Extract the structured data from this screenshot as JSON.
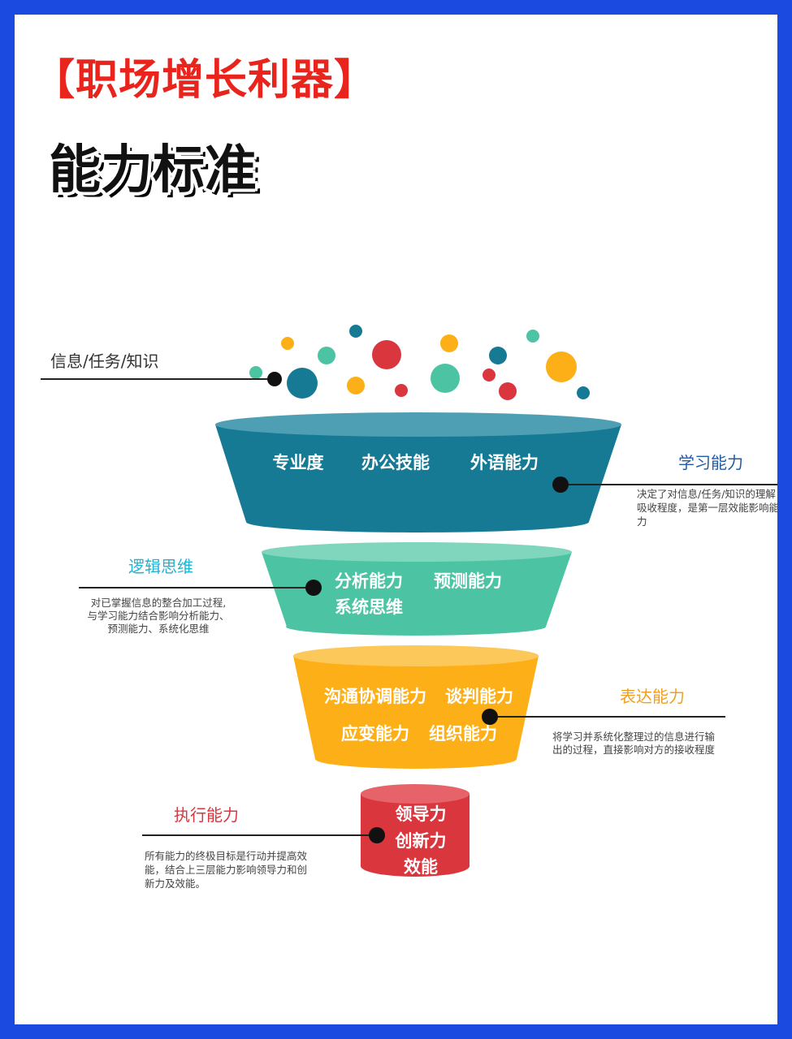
{
  "header": {
    "banner": "【职场增长利器】",
    "title": "能力标准"
  },
  "input_label": "信息/任务/知识",
  "colors": {
    "background_border": "#1a4ae0",
    "banner": "#e8241c",
    "tier1": "#177a94",
    "tier2": "#4cc4a3",
    "tier3": "#fcaf17",
    "tier4": "#d9363e",
    "title_blue": "#1f5ca8",
    "title_cyan": "#1fb3d6",
    "title_orange": "#f0a020",
    "title_red": "#d9363e"
  },
  "tiers": [
    {
      "labels": [
        "专业度",
        "办公技能",
        "外语能力"
      ],
      "side_title": "学习能力",
      "side_desc": [
        "决定了对信息/任务/知识的理解",
        "吸收程度，是第一层效能影响能",
        "力"
      ]
    },
    {
      "labels": [
        "分析能力",
        "预测能力",
        "系统思维"
      ],
      "side_title": "逻辑思维",
      "side_desc": [
        "对已掌握信息的整合加工过程,",
        "与学习能力结合影响分析能力、",
        "预测能力、系统化思维"
      ]
    },
    {
      "labels": [
        "沟通协调能力",
        "谈判能力",
        "应变能力",
        "组织能力"
      ],
      "side_title": "表达能力",
      "side_desc": [
        "将学习并系统化整理过的信息进行输",
        "出的过程，直接影响对方的接收程度"
      ]
    },
    {
      "labels": [
        "领导力",
        "创新力",
        "效能"
      ],
      "side_title": "执行能力",
      "side_desc": [
        "所有能力的终极目标是行动并提高效",
        "能，结合上三层能力影响领导力和创",
        "新力及效能。"
      ]
    }
  ]
}
